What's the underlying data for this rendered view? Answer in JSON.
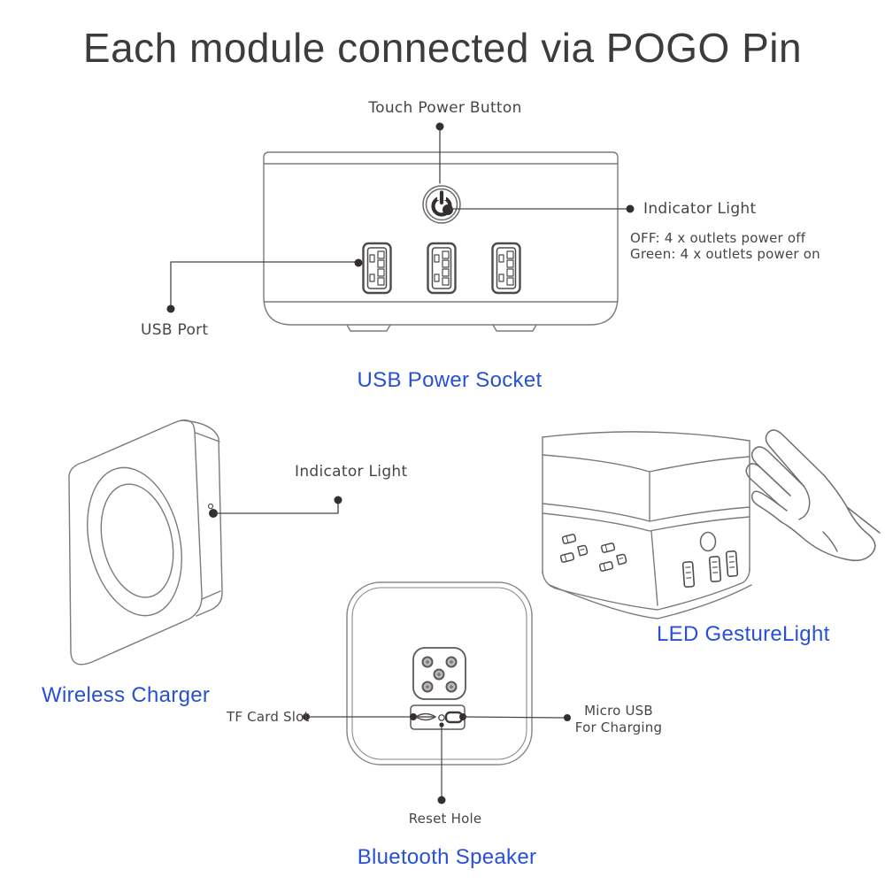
{
  "title": "Each module connected via POGO Pin",
  "colors": {
    "accent_blue": "#2850d7",
    "label_text": "#4a4446",
    "title_text": "#3c3c3c",
    "line_art": "#7b7b7b"
  },
  "modules": {
    "usb_power_socket": {
      "name": "USB Power Socket",
      "labels": {
        "touch_power_button": "Touch Power Button",
        "indicator_light": "Indicator Light",
        "indicator_states": [
          "OFF: 4 x outlets power off",
          "Green: 4 x outlets power on"
        ],
        "usb_port": "USB Port"
      }
    },
    "wireless_charger": {
      "name": "Wireless Charger",
      "labels": {
        "indicator_light": "Indicator Light"
      }
    },
    "led_gesture_light": {
      "name": "LED GestureLight"
    },
    "bluetooth_speaker": {
      "name": "Bluetooth Speaker",
      "labels": {
        "tf_card_slot": "TF Card Slot",
        "micro_usb_line1": "Micro USB",
        "micro_usb_line2": "For Charging",
        "reset_hole": "Reset Hole"
      }
    }
  }
}
